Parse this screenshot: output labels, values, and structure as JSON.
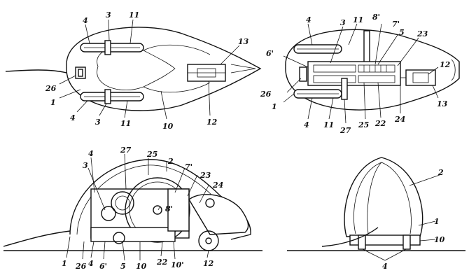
{
  "views": {
    "top_view": {
      "labels": [
        "4",
        "3",
        "11",
        "13",
        "26",
        "1",
        "4",
        "3",
        "11",
        "10",
        "12"
      ]
    },
    "top_section": {
      "labels": [
        "4",
        "3",
        "11",
        "8'",
        "7'",
        "5",
        "23",
        "12",
        "6'",
        "26",
        "1",
        "4",
        "11",
        "27",
        "25",
        "22",
        "24",
        "13"
      ]
    },
    "side_view": {
      "labels": [
        "4",
        "27",
        "25",
        "2",
        "7'",
        "23",
        "24",
        "3",
        "8'",
        "1",
        "26",
        "4",
        "6'",
        "5",
        "10",
        "22",
        "10'",
        "12"
      ]
    },
    "front_view": {
      "labels": [
        "2",
        "1",
        "10",
        "4"
      ]
    }
  }
}
